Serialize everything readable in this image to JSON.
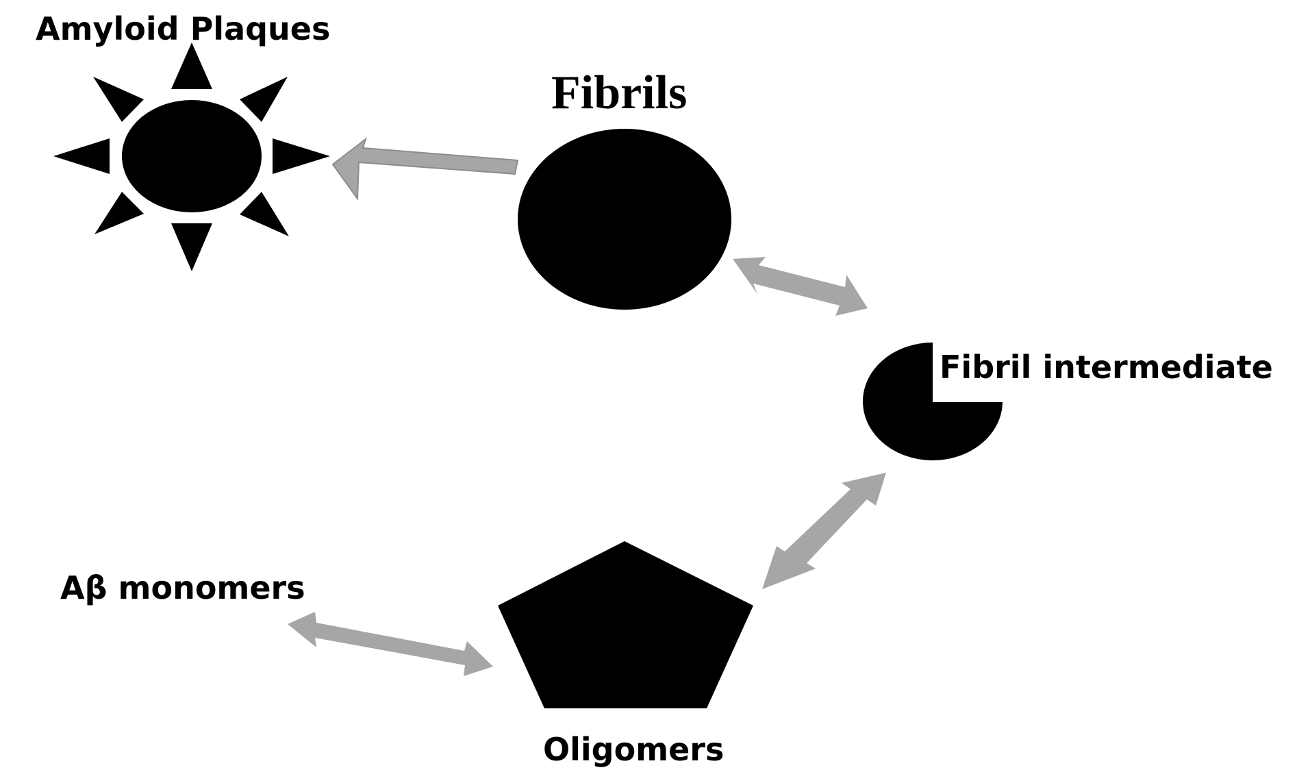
{
  "labels": {
    "amyloid_plaques": "Amyloid Plaques",
    "fibrils": "Fibrils",
    "fibril_intermediate": "Fibril intermediate",
    "ab_monomers": "Aβ monomers",
    "oligomers": "Oligomers"
  },
  "colors": {
    "shape_fill": "#000000",
    "arrow_fill": "#a6a6a6",
    "arrow_stroke": "#8c8c8c",
    "text": "#000000",
    "background": "#ffffff"
  }
}
